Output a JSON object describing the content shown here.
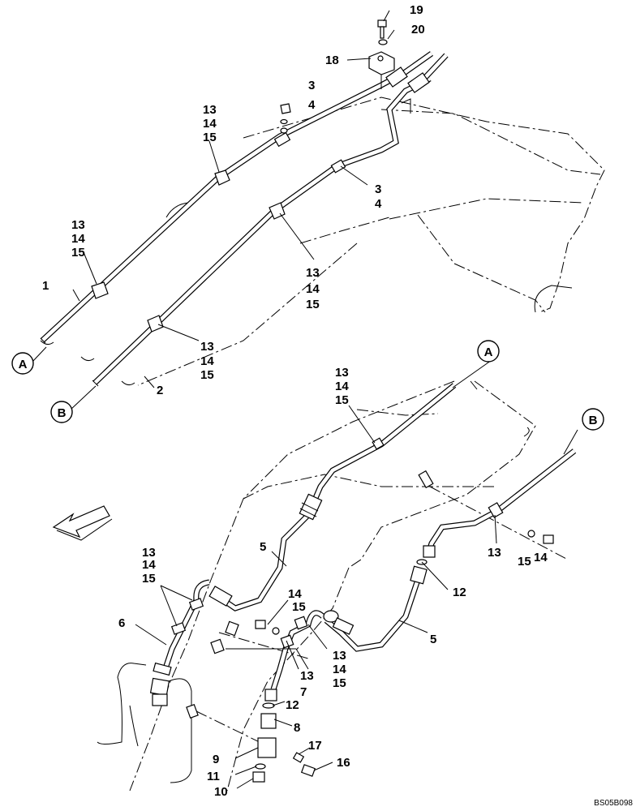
{
  "callouts": {
    "n19": "19",
    "n20": "20",
    "n18": "18",
    "n3a": "3",
    "n4a": "4",
    "n13a": "13",
    "n14a": "14",
    "n15a": "15",
    "n13b": "13",
    "n14b": "14",
    "n15b": "15",
    "n1": "1",
    "n3b": "3",
    "n4b": "4",
    "n13c": "13",
    "n14c": "14",
    "n15c": "15",
    "n13d": "13",
    "n14d": "14",
    "n15d": "15",
    "n2": "2",
    "n13e": "13",
    "n14e": "14",
    "n15e": "15",
    "n13f": "13",
    "n14f": "14",
    "n15f": "15",
    "n5a": "5",
    "n6": "6",
    "n14g": "14",
    "n15g": "15",
    "n13g": "13",
    "n15h": "15",
    "n14h": "14",
    "n12a": "12",
    "n5b": "5",
    "n13h": "13",
    "n14i": "14",
    "n15i": "15",
    "n13i": "13",
    "n7": "7",
    "n12b": "12",
    "n8": "8",
    "n17": "17",
    "n16": "16",
    "n9": "9",
    "n11": "11",
    "n10": "10"
  },
  "refs": {
    "a_top": "A",
    "b_top": "B",
    "a_bottom": "A",
    "b_bottom": "B"
  },
  "drawing_code": "BS05B098"
}
